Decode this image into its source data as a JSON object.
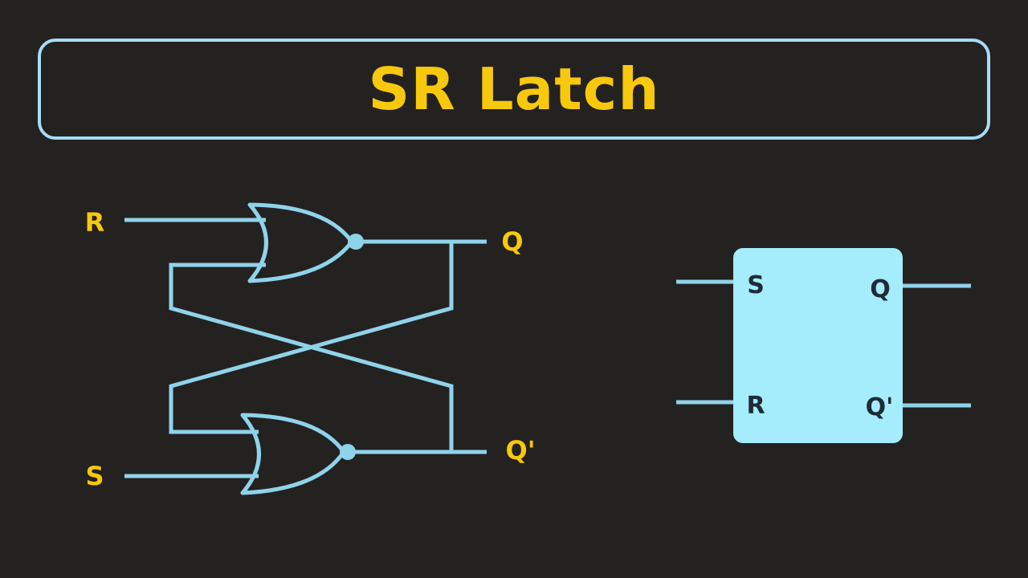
{
  "title": "SR Latch",
  "circuit": {
    "input_r": "R",
    "input_s": "S",
    "output_q": "Q",
    "output_q_bar": "Q'",
    "gate_type": "NOR"
  },
  "block": {
    "pin_s": "S",
    "pin_r": "R",
    "pin_q": "Q",
    "pin_q_bar": "Q'"
  },
  "colors": {
    "background": "#242121",
    "title_text": "#f7c80c",
    "title_border": "#a6dcf4",
    "wire": "#8fd3ea",
    "block_fill": "#a5ecfd",
    "block_text": "#1e2b36"
  }
}
